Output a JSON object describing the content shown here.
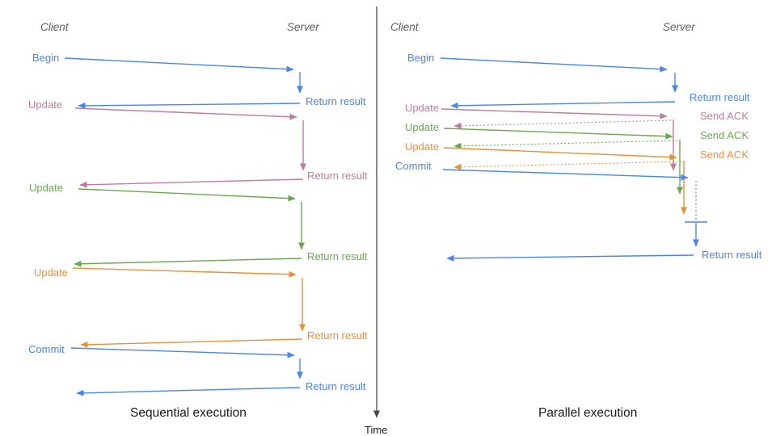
{
  "palette": {
    "blue": "#4a86e8",
    "pink": "#c27ba0",
    "green": "#6aa84f",
    "orange": "#e69138",
    "header_gray": "#5f5f5f",
    "caption_black": "#1a1a1a",
    "axis_gray": "#444444"
  },
  "axis": {
    "label": "Time"
  },
  "sequential": {
    "caption": "Sequential execution",
    "client_header": "Client",
    "server_header": "Server",
    "messages": [
      {
        "request": "Begin",
        "response": "Return result"
      },
      {
        "request": "Update",
        "response": "Return result"
      },
      {
        "request": "Update",
        "response": "Return result"
      },
      {
        "request": "Update",
        "response": "Return result"
      },
      {
        "request": "Commit",
        "response": "Return result"
      }
    ]
  },
  "parallel": {
    "caption": "Parallel execution",
    "client_header": "Client",
    "server_header": "Server",
    "messages": [
      {
        "request": "Begin",
        "response": "Return result"
      },
      {
        "request": "Update",
        "response": "Send ACK"
      },
      {
        "request": "Update",
        "response": "Send ACK"
      },
      {
        "request": "Update",
        "response": "Send ACK"
      },
      {
        "request": "Commit",
        "response": "Return result"
      }
    ]
  }
}
